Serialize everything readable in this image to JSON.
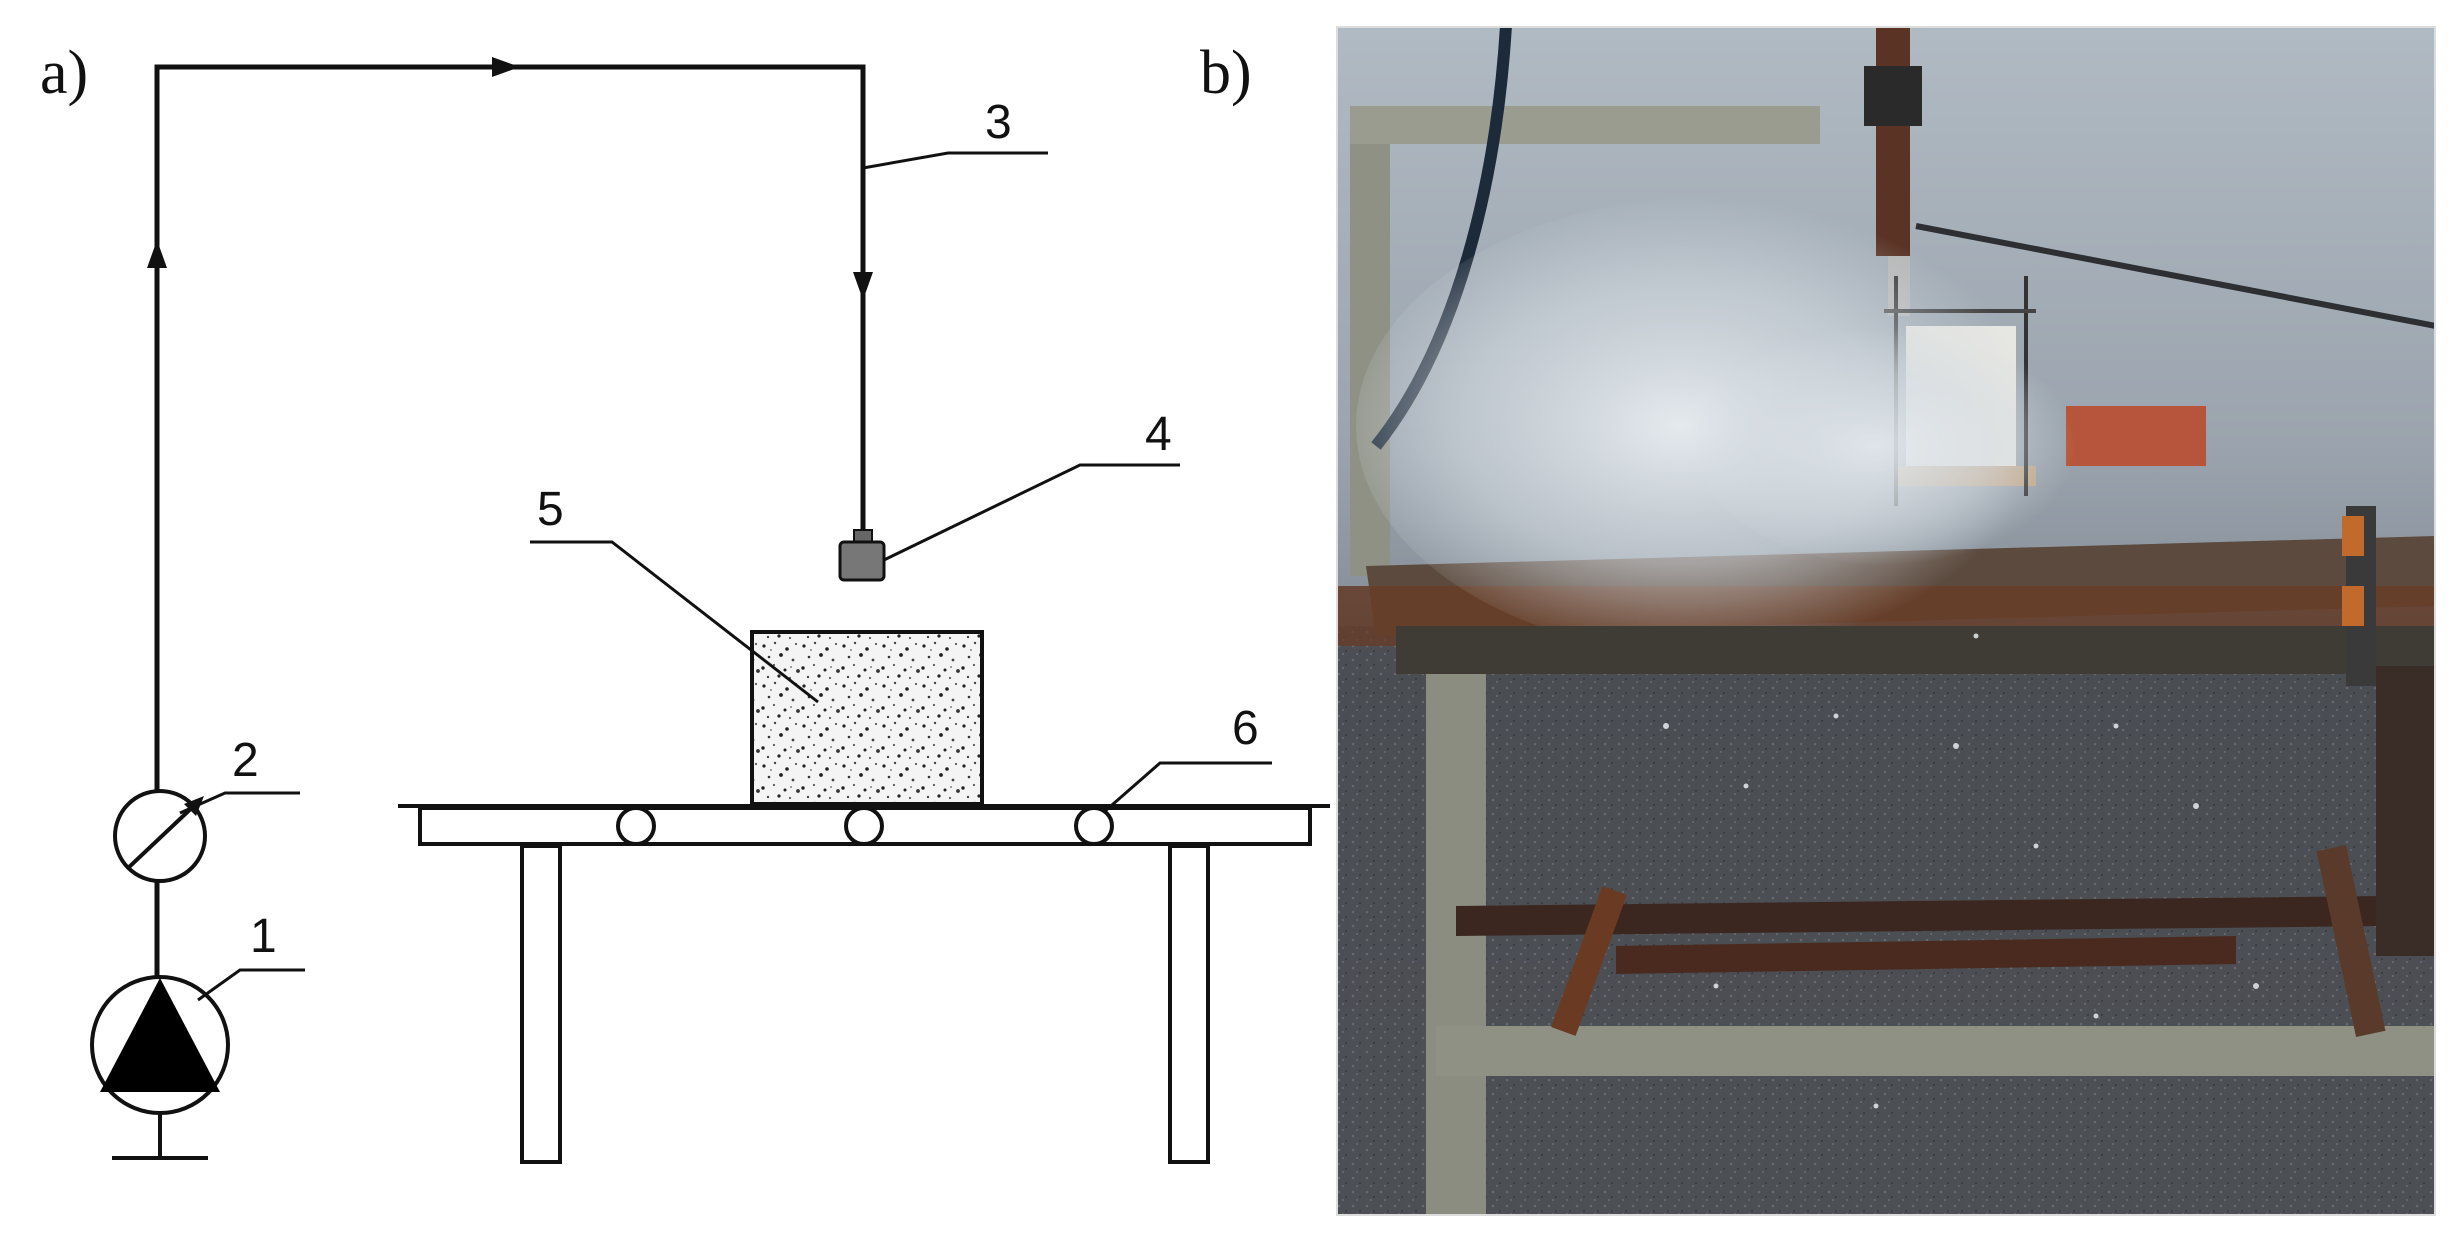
{
  "panels": {
    "a": {
      "label": "a)"
    },
    "b": {
      "label": "b)"
    }
  },
  "callouts": {
    "pump": "1",
    "gauge": "2",
    "pipe": "3",
    "nozzle": "4",
    "specimen": "5",
    "roller": "6"
  },
  "colors": {
    "line": "#111111",
    "sky_wet": "#9fb3c4",
    "asphalt": "#4a4d52",
    "rust": "#6b3a22",
    "steel": "#8e9184"
  }
}
